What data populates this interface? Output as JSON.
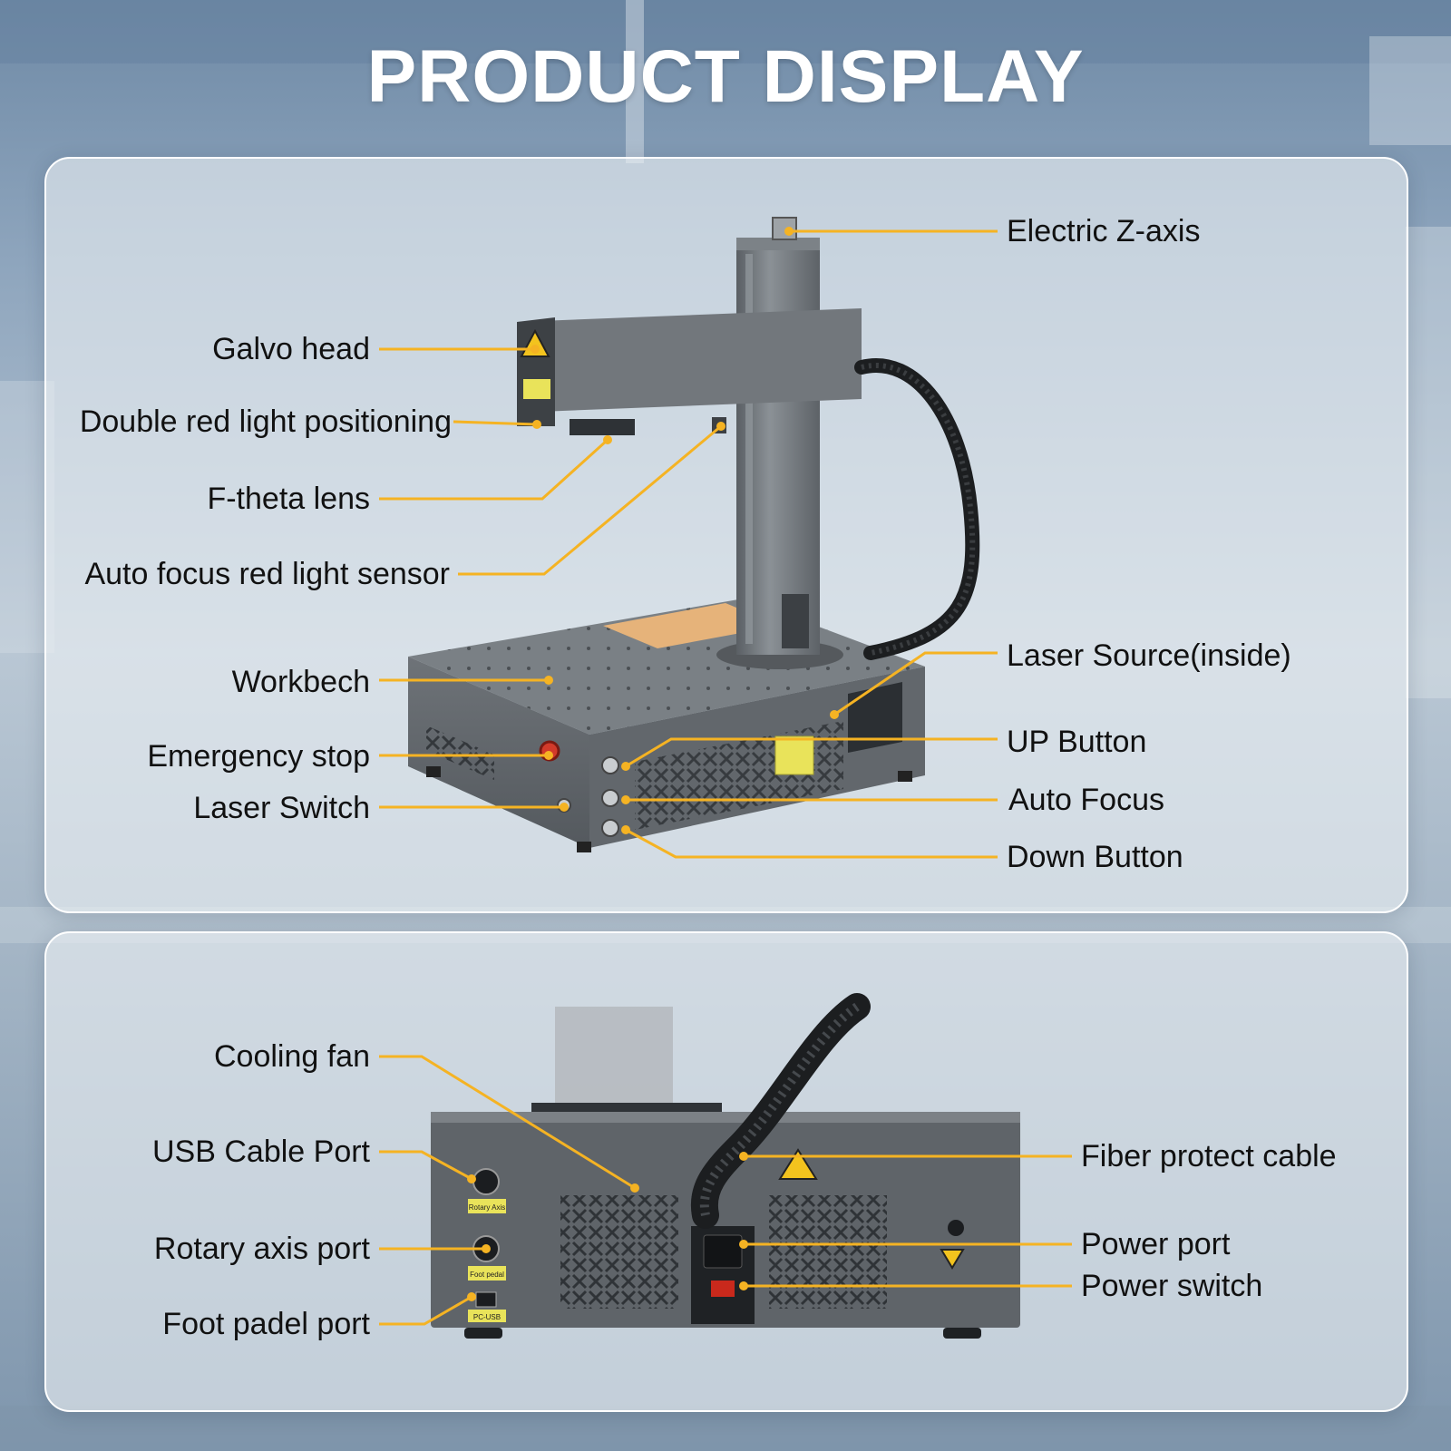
{
  "page": {
    "title": "PRODUCT DISPLAY"
  },
  "colors": {
    "accent": "#f5b323",
    "machine_body": "#6e7378",
    "machine_dark": "#4c5156",
    "panel_bg": "#eef1f3",
    "label_text": "#111111"
  },
  "front_view": {
    "labels": {
      "electric_z_axis": "Electric Z-axis",
      "galvo_head": "Galvo head",
      "double_red_light": "Double red light positioning",
      "f_theta_lens": "F-theta lens",
      "auto_focus_sensor": "Auto focus red light sensor",
      "workbench": "Workbech",
      "laser_source": "Laser Source(inside)",
      "emergency_stop": "Emergency stop",
      "up_button": "UP Button",
      "laser_switch": "Laser Switch",
      "auto_focus": "Auto Focus",
      "down_button": "Down Button"
    }
  },
  "rear_view": {
    "labels": {
      "cooling_fan": "Cooling fan",
      "usb_cable_port": "USB Cable Port",
      "fiber_protect_cable": "Fiber protect cable",
      "rotary_axis_port": "Rotary axis port",
      "power_port": "Power port",
      "power_switch": "Power switch",
      "foot_padel_port": "Foot padel port"
    },
    "port_tags": {
      "rotary_axis": "Rotary Axis",
      "foot_pedal": "Foot pedal",
      "pc_usb": "PC-USB"
    }
  }
}
